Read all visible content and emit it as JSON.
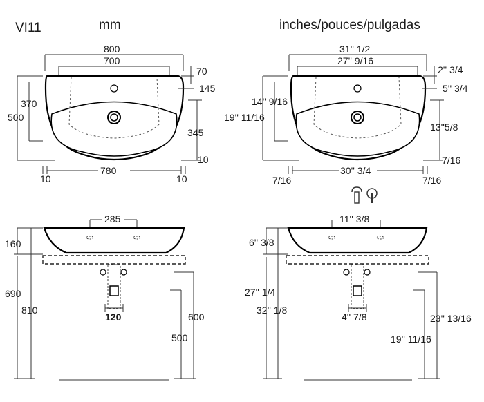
{
  "model": "VI11",
  "units": {
    "metric": "mm",
    "imperial": "inches/pouces/pulgadas"
  },
  "top_view_mm": {
    "overall_width": "800",
    "inner_width": "700",
    "top_offset": "70",
    "tap_offset": "145",
    "bowl_depth_a": "370",
    "total_depth": "500",
    "bowl_depth_b": "345",
    "edge_right": "10",
    "edge_left": "10",
    "base_width": "780",
    "edge_right_b": "10"
  },
  "top_view_in": {
    "overall_width": "31'' 1/2",
    "inner_width": "27'' 9/16",
    "top_offset": "2'' 3/4",
    "tap_offset": "5'' 3/4",
    "bowl_depth_a": "14'' 9/16",
    "total_depth": "19'' 11/16",
    "bowl_depth_b": "13''5/8",
    "edge_right": "7/16",
    "edge_left": "7/16",
    "base_width": "30'' 3/4",
    "edge_right_b": "7/16"
  },
  "side_view_mm": {
    "tap_spacing": "285",
    "height_basin": "160",
    "height_690": "690",
    "height_810": "810",
    "trap_width": "120",
    "height_600": "600",
    "height_500": "500"
  },
  "side_view_in": {
    "tap_spacing": "11'' 3/8",
    "height_basin": "6'' 3/8",
    "height_690": "27'' 1/4",
    "height_810": "32'' 1/8",
    "trap_width": "4'' 7/8",
    "height_600": "23'' 13/16",
    "height_500": "19'' 11/16"
  },
  "icons": [
    "wall-tap-icon",
    "mixer-tap-icon"
  ]
}
